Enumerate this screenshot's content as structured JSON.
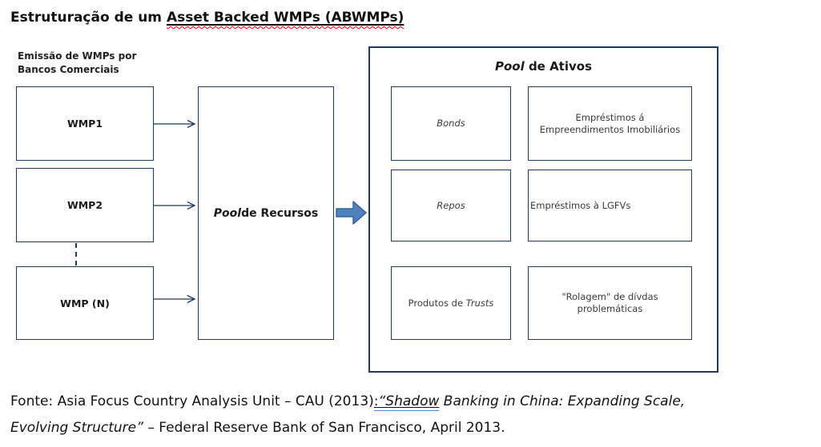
{
  "title": {
    "prefix": "Estruturação de um ",
    "underlined": "Asset Backed WMPs (ABWMPs)"
  },
  "left_section": {
    "heading_line1": "Emissão de WMPs por",
    "heading_line2": "Bancos Comerciais",
    "boxes": [
      "WMP1",
      "WMP2",
      "WMP (N)"
    ]
  },
  "pool_recursos": {
    "italic": "Pool",
    "rest": " de Recursos"
  },
  "pool_ativos": {
    "heading_italic": "Pool",
    "heading_rest": " de Ativos",
    "cells": {
      "bonds": "Bonds",
      "emprestimos_imobiliarios_line1": "Empréstimos á",
      "emprestimos_imobiliarios_line2": "Empreendimentos Imobiliários",
      "repos": "Repos",
      "emprestimos_lgfvs": "Empréstimos à LGFVs",
      "produtos_prefix": "Produtos de ",
      "produtos_italic": "Trusts",
      "rolagem_line1": "\"Rolagem\" de dívdas",
      "rolagem_line2": "problemáticas"
    }
  },
  "source": {
    "part1": "Fonte: Asia Focus Country Analysis Unit – CAU (2013)",
    "part2": ":",
    "part3": "“Shadow",
    "part4": " Banking in China: Expanding Scale,",
    "part5": "Evolving Structure”",
    "part6": " – Federal Reserve Bank of San Francisco, April 2013."
  },
  "colors": {
    "box_border": "#1F3864",
    "block_arrow_fill": "#4F81BD",
    "block_arrow_stroke": "#3A6494",
    "spellcheck_wavy": "#FF0000",
    "grammar_underline": "#4E8AC8",
    "text": "#1A1A1A"
  }
}
